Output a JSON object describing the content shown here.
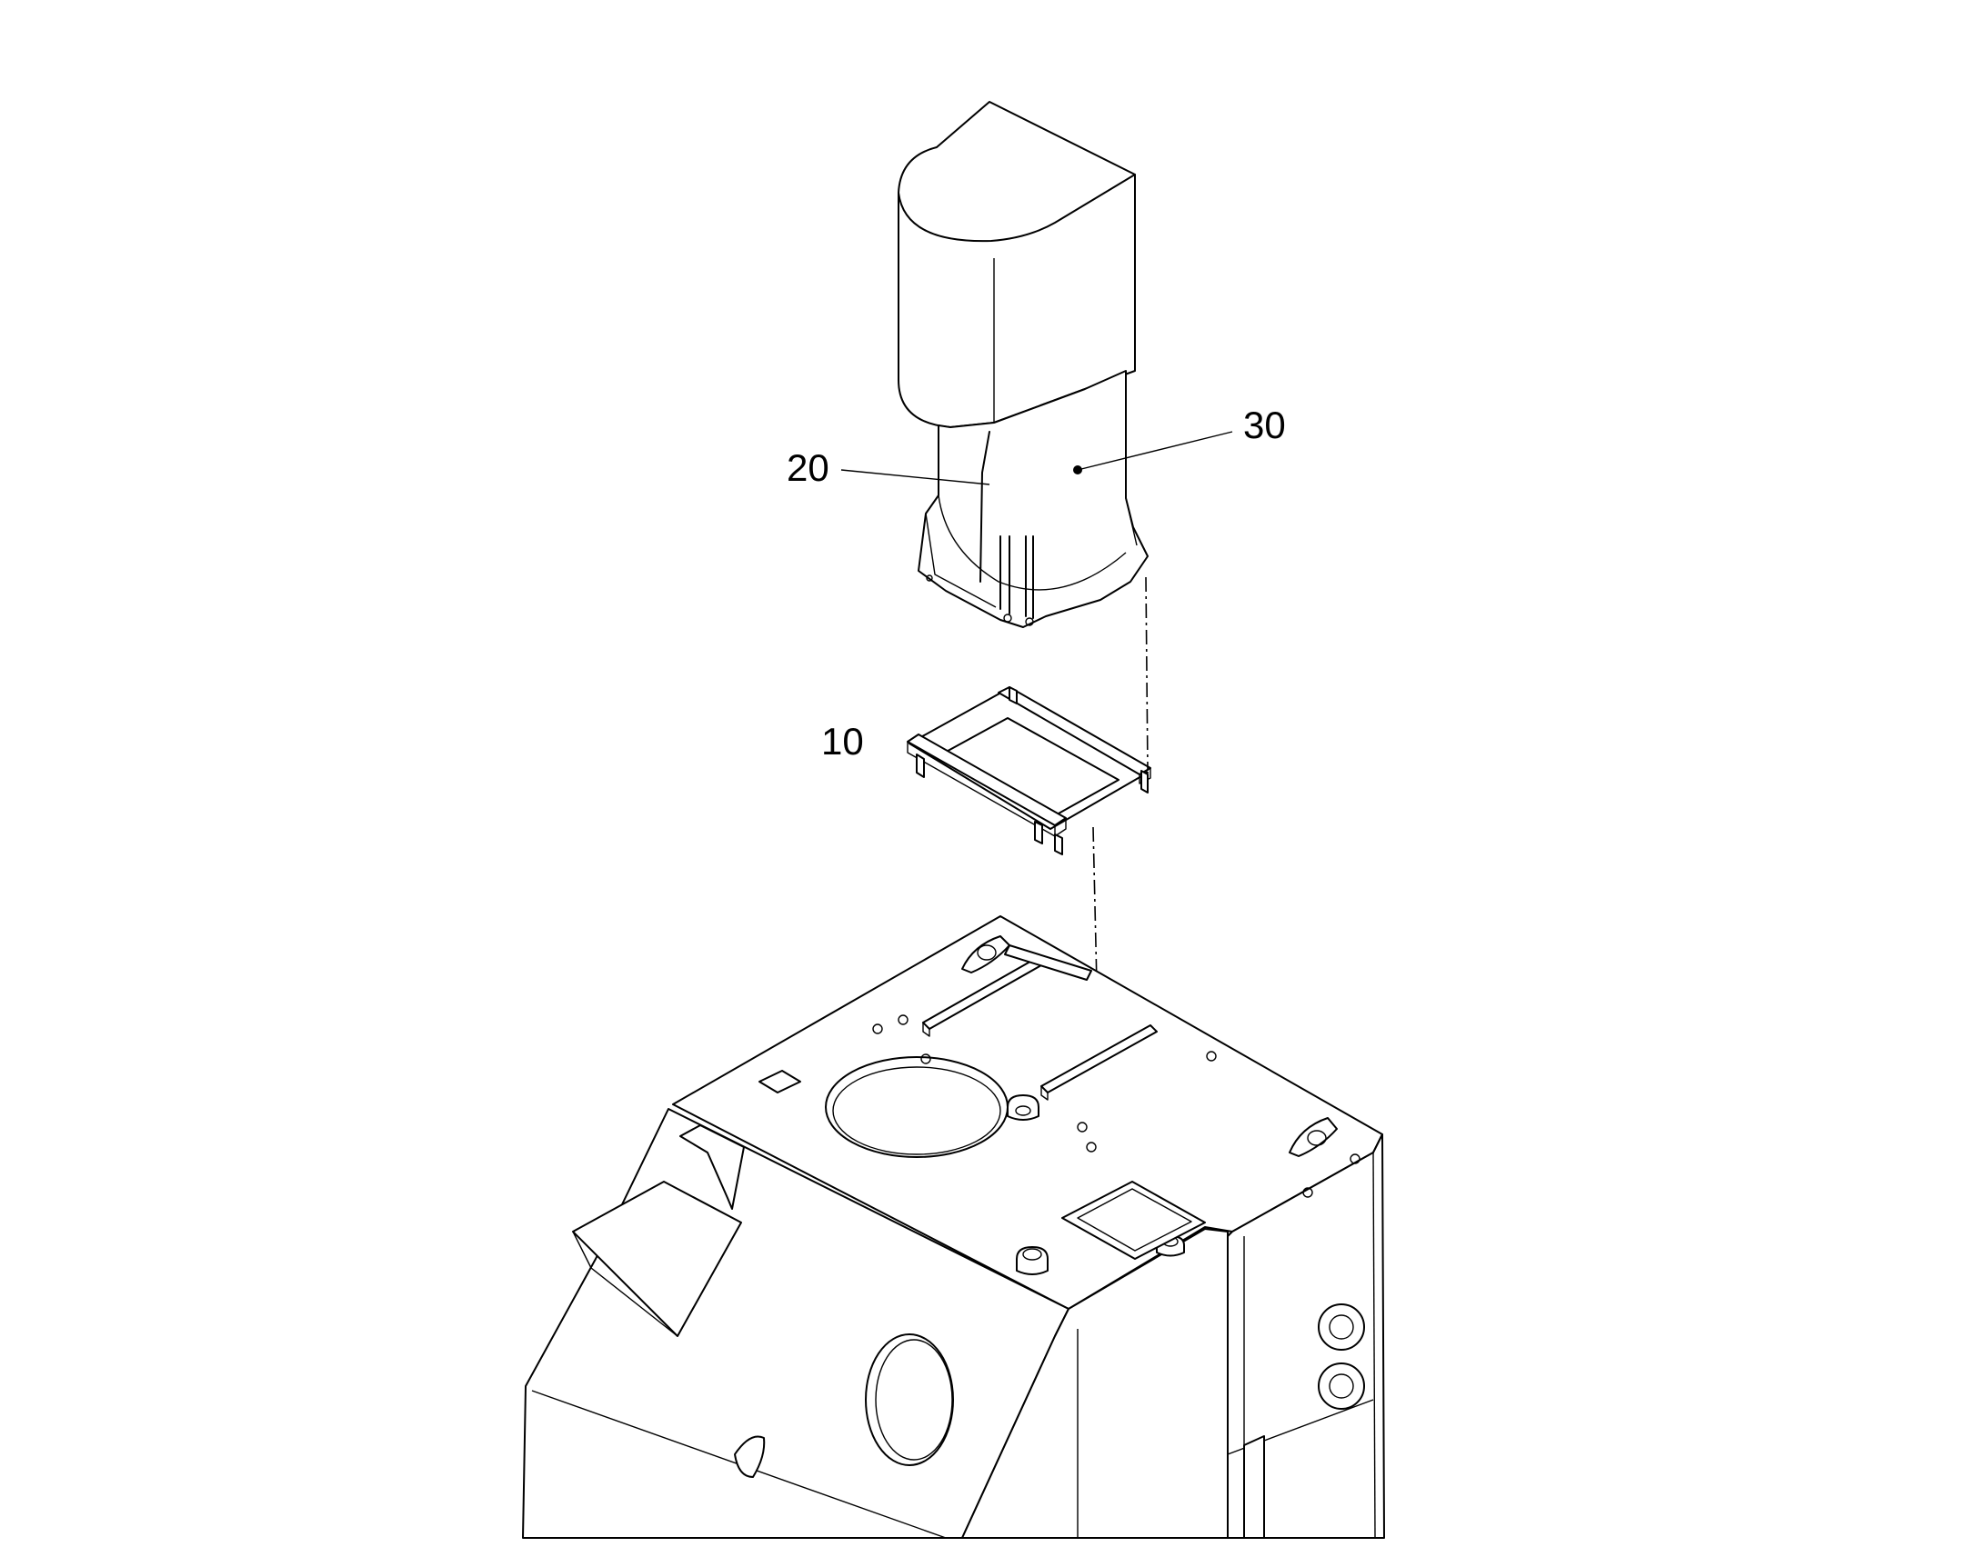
{
  "callouts": {
    "c10": "10",
    "c20": "20",
    "c30": "30"
  },
  "colors": {
    "line": "#000000",
    "background": "#ffffff"
  }
}
